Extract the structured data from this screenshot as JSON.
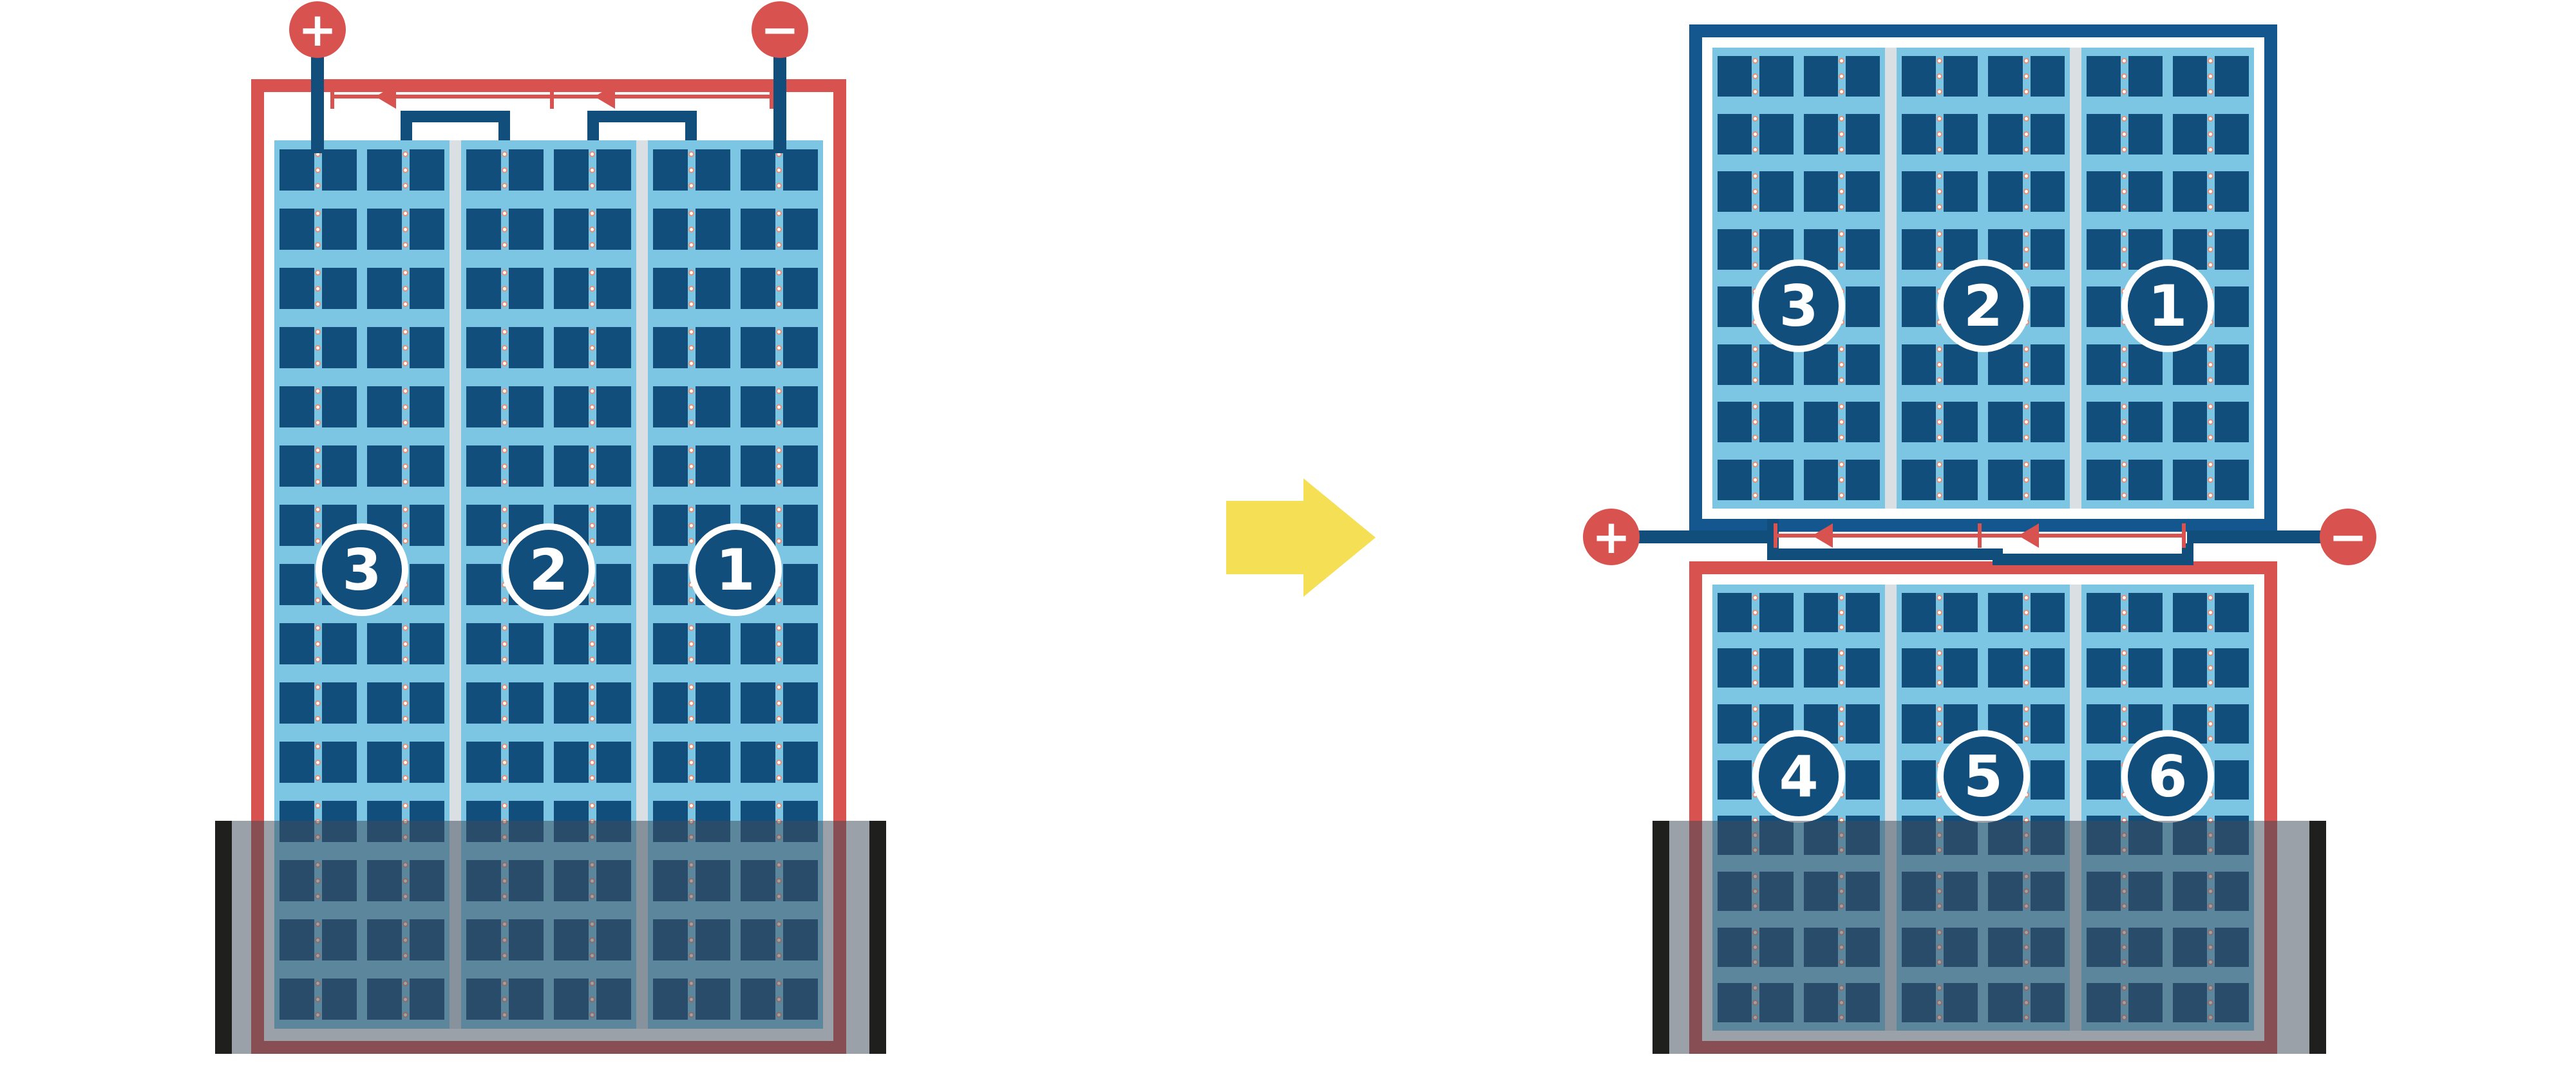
{
  "colors": {
    "red": "#d8534f",
    "navy": "#114e7b",
    "frame_blue": "#14578e",
    "light_blue": "#7cc6e4",
    "sep_gray": "#d9dfe3",
    "yellow": "#f5df55",
    "shade": "rgba(62,75,90,0.52)",
    "bar_black": "#1f1f1d",
    "dot_border": "#ea8f76",
    "white": "#ffffff"
  },
  "left_module": {
    "terminal_plus": "+",
    "terminal_minus": "−",
    "strings": [
      "3",
      "2",
      "1"
    ]
  },
  "split_module": {
    "terminal_plus": "+",
    "terminal_minus": "−",
    "top_strings": [
      "3",
      "2",
      "1"
    ],
    "bottom_strings": [
      "4",
      "5",
      "6"
    ]
  }
}
